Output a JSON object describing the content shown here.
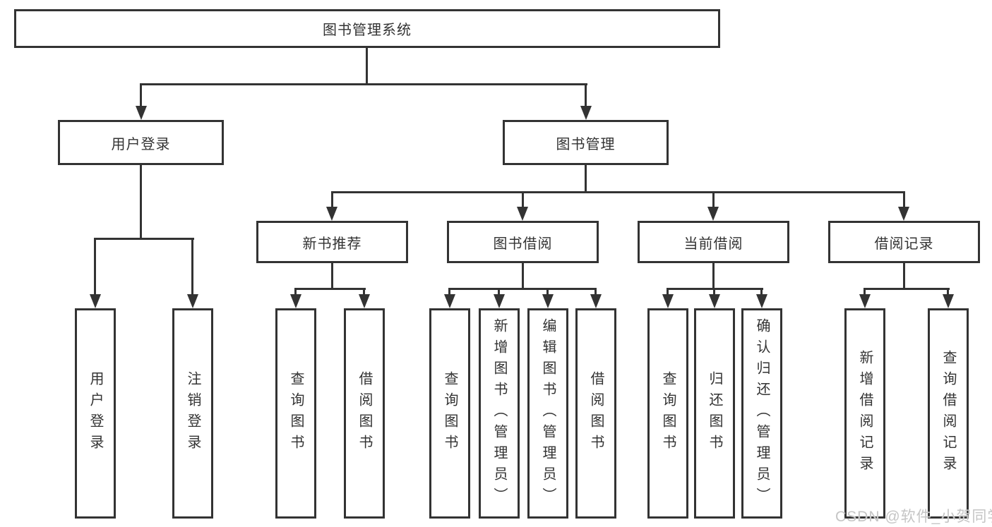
{
  "nodes": {
    "root": "图书管理系统",
    "level2": {
      "user_login": "用户登录",
      "book_mgmt": "图书管理"
    },
    "level3": {
      "new_book_rec": "新书推荐",
      "book_borrow": "图书借阅",
      "current_borrow": "当前借阅",
      "borrow_records": "借阅记录"
    },
    "leaves": {
      "user_login": [
        "用户登录",
        "注销登录"
      ],
      "new_book_rec": [
        "查询图书",
        "借阅图书"
      ],
      "book_borrow": [
        "查询图书",
        "新增图书（管理员）",
        "编辑图书（管理员）",
        "借阅图书"
      ],
      "current_borrow": [
        "查询图书",
        "归还图书",
        "确认归还（管理员）"
      ],
      "borrow_records": [
        "新增借阅记录",
        "查询借阅记录"
      ]
    }
  },
  "watermark": "CSDN @软件_小贺同学",
  "colors": {
    "line": "#333333",
    "background": "#ffffff",
    "watermark": "#c5c5c5"
  }
}
